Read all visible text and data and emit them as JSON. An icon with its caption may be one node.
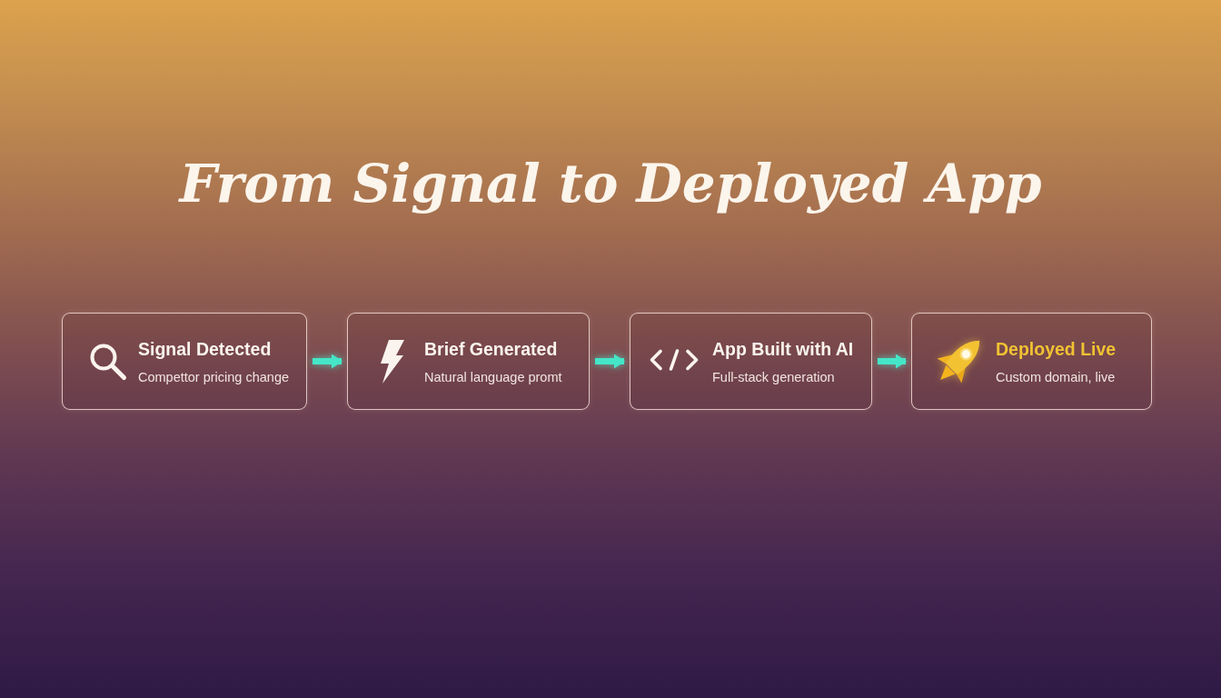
{
  "diagram": {
    "title": "From Signal to Deployed App",
    "nodes": [
      {
        "text": [
          "Signal Detected",
          "Compettor pricing change"
        ]
      },
      {
        "text": [
          "Brief Generated",
          "Natural language promt"
        ]
      },
      {
        "text": [
          "App Built with AI",
          "Full-stack generation"
        ]
      },
      {
        "text": [
          "Deployed Live",
          "Custom domain, live"
        ]
      }
    ],
    "edges": [
      {
        "from": 0,
        "to": 1,
        "arrow": "to"
      },
      {
        "from": 1,
        "to": 2,
        "arrow": "to"
      },
      {
        "from": 2,
        "to": 3,
        "arrow": "to"
      }
    ]
  }
}
